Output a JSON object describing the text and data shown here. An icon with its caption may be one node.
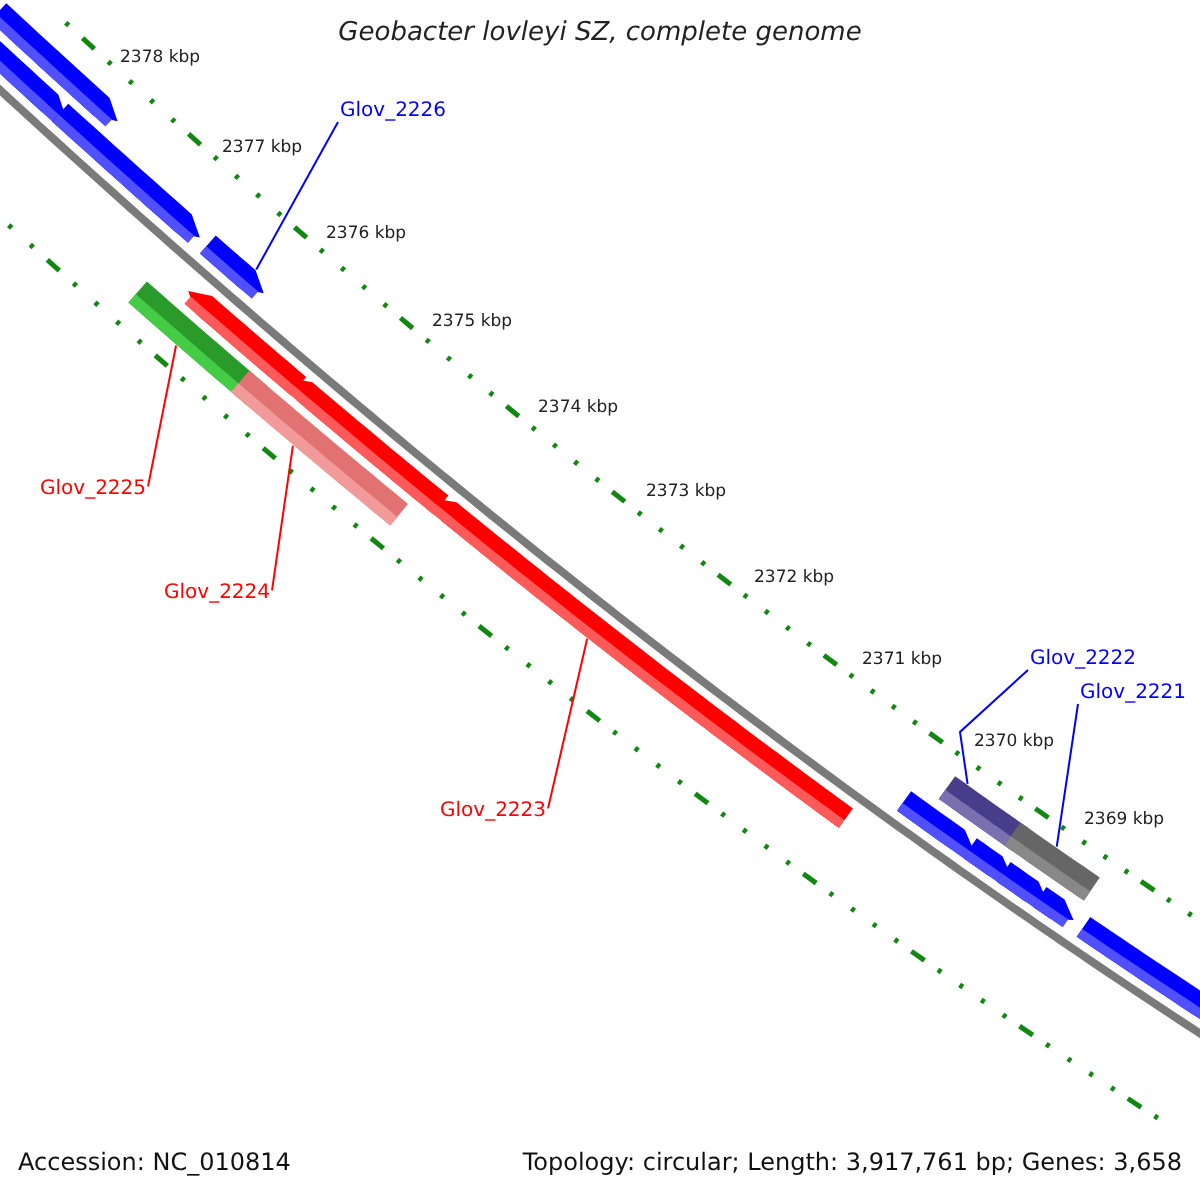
{
  "diagram": {
    "title": "Geobacter lovleyi SZ, complete genome",
    "nodes": [
      {
        "text": [
          "Glov_2226"
        ]
      },
      {
        "text": [
          "Glov_2225"
        ]
      },
      {
        "text": [
          "Glov_2224"
        ]
      },
      {
        "text": [
          "Glov_2223"
        ]
      },
      {
        "text": [
          "Glov_2222"
        ]
      },
      {
        "text": [
          "Glov_2221"
        ]
      },
      {
        "text": [],
        "shape": "bar"
      },
      {
        "text": [],
        "shape": "bar"
      },
      {
        "text": [],
        "shape": "bar"
      },
      {
        "text": [],
        "shape": "bar"
      },
      {
        "text": [],
        "shape": "bar"
      },
      {
        "text": [],
        "shape": "bar"
      }
    ],
    "edges": [
      {
        "from": 0,
        "to": 6,
        "arrow": "none",
        "color": "#0000ff"
      },
      {
        "from": 1,
        "to": 7,
        "arrow": "none",
        "color": "#ff0000"
      },
      {
        "from": 2,
        "to": 8,
        "arrow": "none",
        "color": "#ff0000"
      },
      {
        "from": 3,
        "to": 9,
        "arrow": "none",
        "color": "#ff0000"
      },
      {
        "from": 4,
        "to": 10,
        "arrow": "none",
        "color": "#0000ff"
      },
      {
        "from": 5,
        "to": 11,
        "arrow": "none",
        "color": "#0000ff"
      }
    ],
    "labels": [
      "2378 kbp",
      "2377 kbp",
      "2376 kbp",
      "2375 kbp",
      "2374 kbp",
      "2373 kbp",
      "2372 kbp",
      "2371 kbp",
      "2370 kbp",
      "2369 kbp",
      "Accession: NC_010814",
      "Topology: circular; Length: 3,917,761 bp; Genes: 3,658"
    ]
  }
}
